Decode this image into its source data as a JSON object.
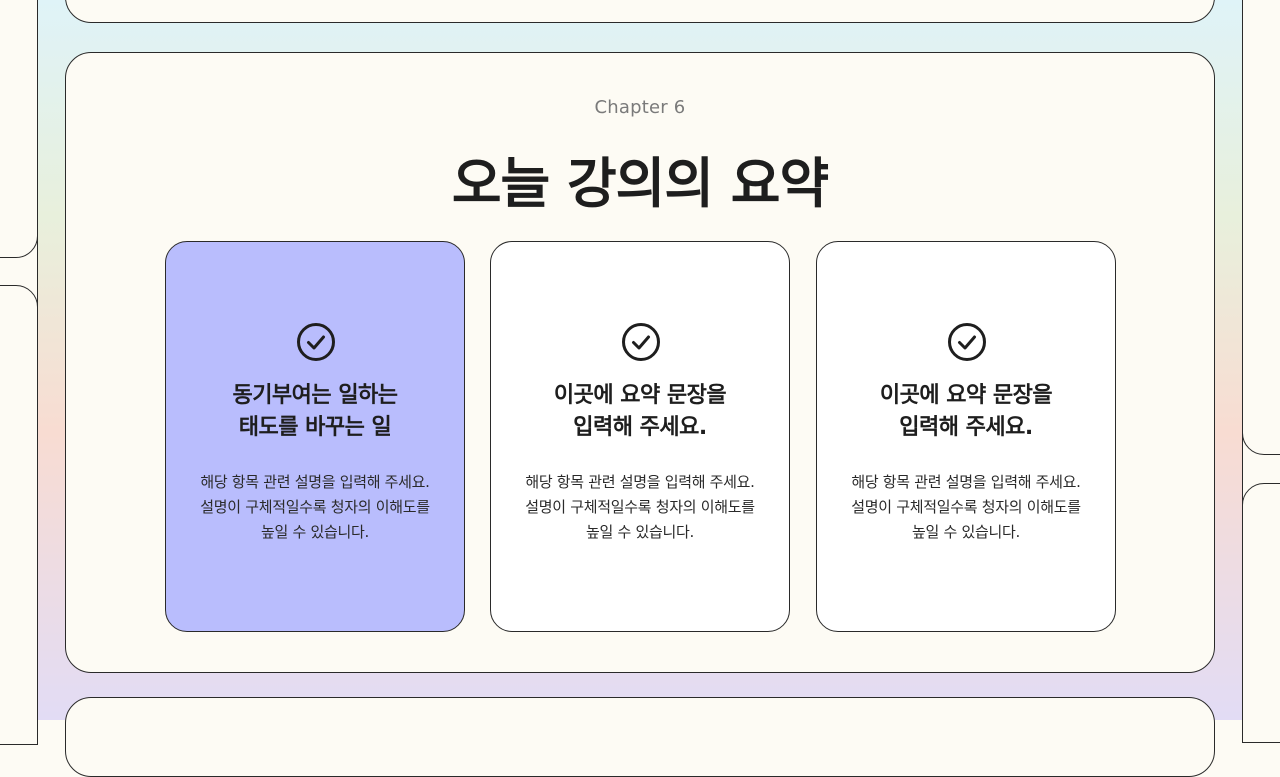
{
  "slide": {
    "chapter": "Chapter 6",
    "title": "오늘 강의의 요약"
  },
  "cards": [
    {
      "title": "동기부여는 일하는\n태도를 바꾸는 일",
      "description": "해당 항목 관련 설명을 입력해 주세요.\n설명이 구체적일수록 청자의 이해도를\n높일 수 있습니다.",
      "icon": "check-circle-icon",
      "background": "#b9bdfd"
    },
    {
      "title": "이곳에 요약 문장을\n입력해 주세요.",
      "description": "해당 항목 관련 설명을 입력해 주세요.\n설명이 구체적일수록 청자의 이해도를\n높일 수 있습니다.",
      "icon": "check-circle-icon",
      "background": "#ffffff"
    },
    {
      "title": "이곳에 요약 문장을\n입력해 주세요.",
      "description": "해당 항목 관련 설명을 입력해 주세요.\n설명이 구체적일수록 청자의 이해도를\n높일 수 있습니다.",
      "icon": "check-circle-icon",
      "background": "#ffffff"
    }
  ],
  "colors": {
    "page_background": "#fdfbf4",
    "highlight": "#b9bdfd",
    "outline": "#2a2a2a"
  }
}
